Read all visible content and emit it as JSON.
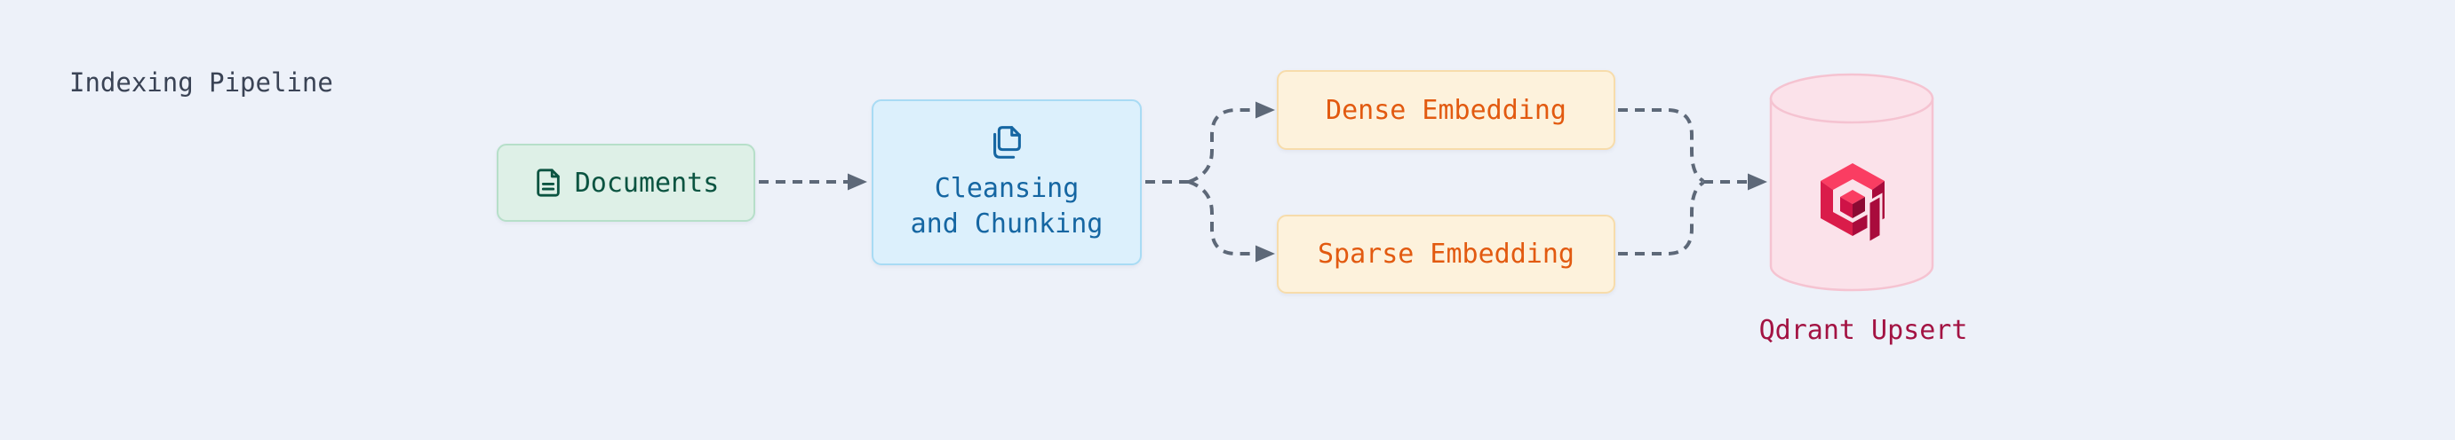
{
  "title": "Indexing Pipeline",
  "diagram": {
    "nodes": [
      {
        "id": "documents",
        "label": "Documents",
        "icon": "file-text-icon",
        "shape": "box",
        "accent_fill": "#def0e7",
        "accent_text": "#0b5441"
      },
      {
        "id": "cleansing",
        "label": "Cleansing and Chunking",
        "label_lines": [
          "Cleansing",
          "and Chunking"
        ],
        "icon": "copy-icon",
        "shape": "box",
        "accent_fill": "#dcf0fc",
        "accent_text": "#1566a2"
      },
      {
        "id": "dense-embedding",
        "label": "Dense Embedding",
        "shape": "box",
        "accent_fill": "#fdf2dc",
        "accent_text": "#e25a10"
      },
      {
        "id": "sparse-embedding",
        "label": "Sparse Embedding",
        "shape": "box",
        "accent_fill": "#fdf2dc",
        "accent_text": "#e25a10"
      },
      {
        "id": "qdrant-upsert",
        "label": "Qdrant Upsert",
        "icon": "qdrant-logo",
        "shape": "cylinder",
        "accent_fill": "#fbe2ea",
        "accent_text": "#a31343"
      }
    ],
    "edges": [
      {
        "from": "documents",
        "to": "cleansing",
        "style": "dashed-arrow"
      },
      {
        "from": "cleansing",
        "to": "dense-embedding",
        "style": "dashed-arrow"
      },
      {
        "from": "cleansing",
        "to": "sparse-embedding",
        "style": "dashed-arrow"
      },
      {
        "from": "dense-embedding",
        "to": "qdrant-upsert",
        "style": "dashed-arrow"
      },
      {
        "from": "sparse-embedding",
        "to": "qdrant-upsert",
        "style": "dashed-arrow"
      }
    ]
  },
  "colors": {
    "bg": "#edf1f9",
    "connector": "#5d6878",
    "title_text": "#3a4355",
    "doc_fill": "#def0e7",
    "doc_border": "#b6dfc9",
    "doc_text": "#0b5441",
    "clean_fill": "#dcf0fc",
    "clean_border": "#a8dbf4",
    "clean_text": "#1566a2",
    "embed_fill": "#fdf2dc",
    "embed_border": "#f7dcab",
    "embed_text": "#e25a10",
    "cyl_fill": "#fbe2ea",
    "cyl_border": "#f5c3d1",
    "qdrant_text": "#a31343",
    "q_bright": "#fa3d62",
    "q_mid": "#da1c4a",
    "q_dark": "#a90b3c",
    "q_mid2": "#cf1347",
    "q_darker": "#8c0a33"
  }
}
